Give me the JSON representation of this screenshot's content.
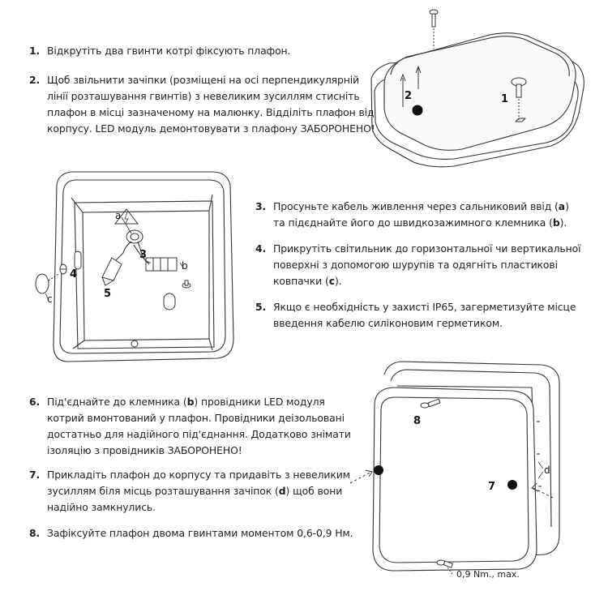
{
  "steps": [
    {
      "num": "1.",
      "lines": [
        "Відкрутіть два гвинти котрі фіксують плафон."
      ]
    },
    {
      "num": "2.",
      "lines": [
        "Щоб звільнити зачіпки (розміщені на осі перпендикулярній",
        "лінії розташування гвинтів) з невеликим зусиллям стисніть",
        "плафон в місці зазначеному на малюнку. Відділіть плафон від",
        "корпусу. LED модуль демонтовувати з плафону ЗАБОРОНЕНО!"
      ]
    },
    {
      "num": "3.",
      "lines": [
        "Просуньте кабель живлення через сальниковий ввід (",
        "a",
        ")",
        "та підєднайте його до швидкозажимного клемника (",
        "b",
        ")."
      ]
    },
    {
      "num": "4.",
      "lines": [
        "Прикрутіть світильник до горизонтальної чи вертикальної",
        "поверхні з допомогою шурупів та одягніть пластикові",
        "ковпачки (",
        "c",
        ")."
      ]
    },
    {
      "num": "5.",
      "lines": [
        "Якщо є необхідність у захисті IP65, загерметизуйте місце",
        "введення кабелю силіконовим герметиком."
      ]
    },
    {
      "num": "6.",
      "lines": [
        "Під'єднайте до клемника (",
        "b",
        ") провідники LED модуля",
        "котрий вмонтований у плафон. Провідники деізольовані",
        "достатньо для надійного під'єднання. Додатково знімати",
        "ізоляцію з провідників ЗАБОРОНЕНО!"
      ]
    },
    {
      "num": "7.",
      "lines": [
        "Прикладіть плафон до корпусу та придавіть з невеликим",
        "зусиллям біля місць розташування зачіпок (",
        "d",
        ") щоб вони",
        "надійно замкнулись."
      ]
    },
    {
      "num": "8.",
      "lines": [
        "Зафіксуйте плафон двома гвинтами моментом 0,6-0,9 Нм."
      ]
    }
  ],
  "figure1": {
    "label_1": "1",
    "label_2": "2"
  },
  "figure2": {
    "label_a": "a",
    "label_b": "b",
    "label_c": "c",
    "label_3": "3",
    "label_4": "4",
    "label_5": "5"
  },
  "figure3": {
    "label_d": "d",
    "label_7": "7",
    "label_8": "8",
    "torque_label": "0,9 Nm., max."
  }
}
